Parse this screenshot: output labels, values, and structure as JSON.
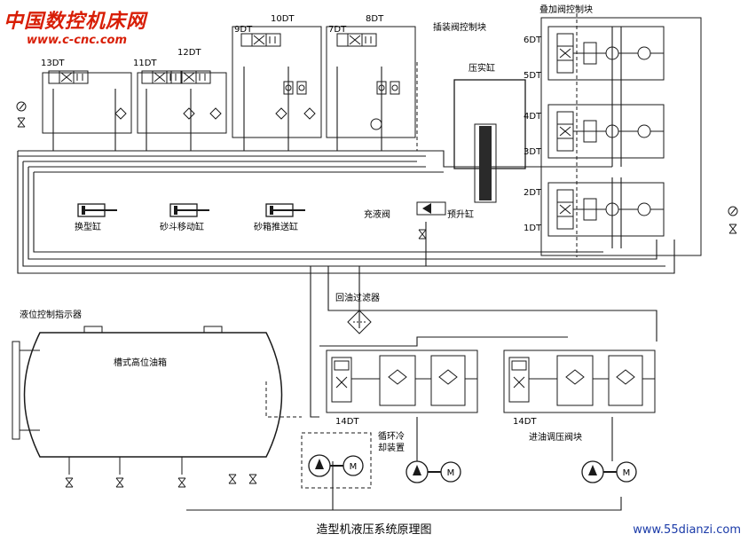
{
  "watermark": {
    "brand": "中国数控机床网",
    "url": "www.c-cnc.com",
    "source": "www.55dianzi.com"
  },
  "caption": "造型机液压系统原理图",
  "solenoids": {
    "s13": "13DT",
    "s11": "11DT",
    "s12": "12DT",
    "s9": "9DT",
    "s10": "10DT",
    "s7": "7DT",
    "s8": "8DT",
    "s6": "6DT",
    "s5": "5DT",
    "s4": "4DT",
    "s3": "3DT",
    "s2": "2DT",
    "s1": "1DT",
    "s14a": "14DT",
    "s14b": "14DT"
  },
  "labels": {
    "cartridge_block": "插装阀控制块",
    "stack_block": "叠加阀控制块",
    "press_cyl": "压实缸",
    "mold_change_cyl": "换型缸",
    "sand_hopper_cyl": "砂斗移动缸",
    "flask_push_cyl": "砂箱推送缸",
    "fill_valve": "充液阀",
    "prelift_cyl": "预升缸",
    "return_filter": "回油过滤器",
    "level_indicator": "液位控制指示器",
    "tank": "槽式高位油箱",
    "cooling_l1": "循环冷",
    "cooling_l2": "却装置",
    "inlet_block": "进油调压阀块",
    "motor": "M"
  },
  "colors": {
    "line": "#1a1a1a",
    "watermark": "#d81e06",
    "source": "#1a3aa8"
  }
}
